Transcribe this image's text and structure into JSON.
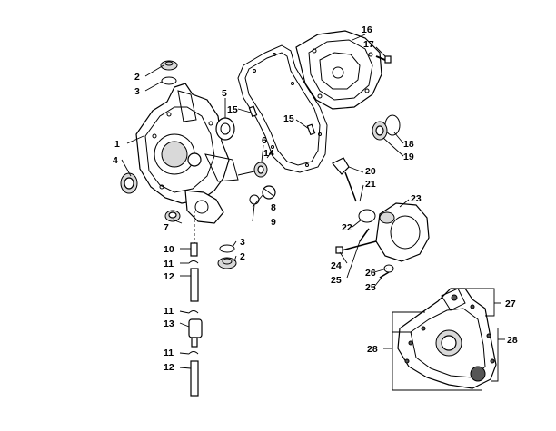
{
  "callouts": [
    {
      "id": "callout-2-top",
      "text": "2"
    },
    {
      "id": "callout-3-top",
      "text": "3"
    },
    {
      "id": "callout-1",
      "text": "1"
    },
    {
      "id": "callout-4",
      "text": "4"
    },
    {
      "id": "callout-5",
      "text": "5"
    },
    {
      "id": "callout-15-left",
      "text": "15"
    },
    {
      "id": "callout-6",
      "text": "6"
    },
    {
      "id": "callout-14",
      "text": "14"
    },
    {
      "id": "callout-15-right",
      "text": "15"
    },
    {
      "id": "callout-16",
      "text": "16"
    },
    {
      "id": "callout-17",
      "text": "17"
    },
    {
      "id": "callout-18",
      "text": "18"
    },
    {
      "id": "callout-19",
      "text": "19"
    },
    {
      "id": "callout-20",
      "text": "20"
    },
    {
      "id": "callout-21",
      "text": "21"
    },
    {
      "id": "callout-22",
      "text": "22"
    },
    {
      "id": "callout-23",
      "text": "23"
    },
    {
      "id": "callout-24",
      "text": "24"
    },
    {
      "id": "callout-25-left",
      "text": "25"
    },
    {
      "id": "callout-26",
      "text": "26"
    },
    {
      "id": "callout-25-right",
      "text": "25"
    },
    {
      "id": "callout-7",
      "text": "7"
    },
    {
      "id": "callout-8",
      "text": "8"
    },
    {
      "id": "callout-9",
      "text": "9"
    },
    {
      "id": "callout-3-bottom",
      "text": "3"
    },
    {
      "id": "callout-2-bottom",
      "text": "2"
    },
    {
      "id": "callout-10",
      "text": "10"
    },
    {
      "id": "callout-11-a",
      "text": "11"
    },
    {
      "id": "callout-12-a",
      "text": "12"
    },
    {
      "id": "callout-11-b",
      "text": "11"
    },
    {
      "id": "callout-13",
      "text": "13"
    },
    {
      "id": "callout-11-c",
      "text": "11"
    },
    {
      "id": "callout-12-b",
      "text": "12"
    },
    {
      "id": "callout-27",
      "text": "27"
    },
    {
      "id": "callout-28-left",
      "text": "28"
    },
    {
      "id": "callout-28-right",
      "text": "28"
    }
  ]
}
